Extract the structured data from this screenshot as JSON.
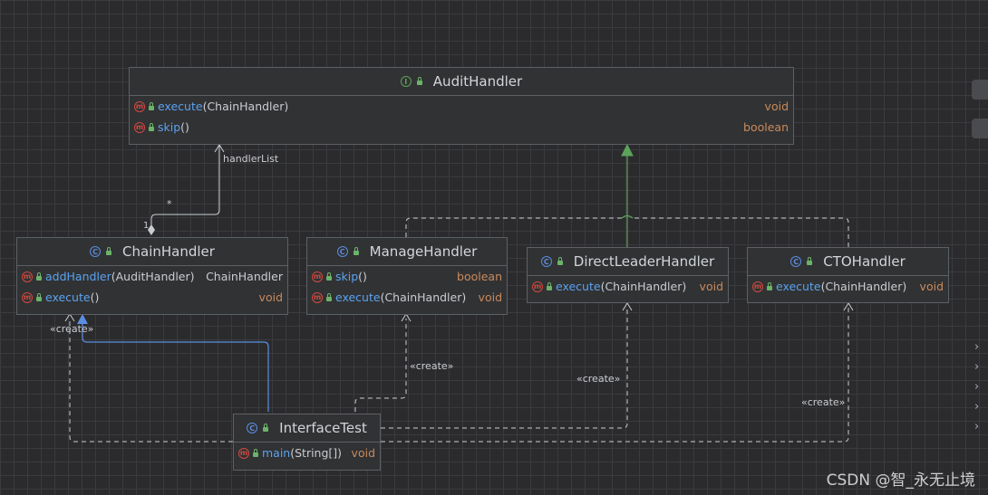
{
  "classes": {
    "audit_handler": {
      "name": "AuditHandler",
      "kind_icon": "I",
      "methods": [
        {
          "name": "execute",
          "args": "(ChainHandler)",
          "ret": "void"
        },
        {
          "name": "skip",
          "args": "()",
          "ret": "boolean"
        }
      ]
    },
    "chain_handler": {
      "name": "ChainHandler",
      "kind_icon": "C",
      "methods": [
        {
          "name": "addHandler",
          "args": "(AuditHandler)",
          "ret": "ChainHandler"
        },
        {
          "name": "execute",
          "args": "()",
          "ret": "void"
        }
      ]
    },
    "manage_handler": {
      "name": "ManageHandler",
      "kind_icon": "C",
      "methods": [
        {
          "name": "skip",
          "args": "()",
          "ret": "boolean"
        },
        {
          "name": "execute",
          "args": "(ChainHandler)",
          "ret": "void"
        }
      ]
    },
    "direct_leader_handler": {
      "name": "DirectLeaderHandler",
      "kind_icon": "C",
      "methods": [
        {
          "name": "execute",
          "args": "(ChainHandler)",
          "ret": "void"
        }
      ]
    },
    "cto_handler": {
      "name": "CTOHandler",
      "kind_icon": "C",
      "methods": [
        {
          "name": "execute",
          "args": "(ChainHandler)",
          "ret": "void"
        }
      ]
    },
    "interface_test": {
      "name": "InterfaceTest",
      "kind_icon": "C",
      "methods": [
        {
          "name": "main",
          "args": "(String[])",
          "ret": "void"
        }
      ]
    }
  },
  "method_icon": "m",
  "labels": {
    "handler_list": "handlerList",
    "multiplicity_many": "*",
    "multiplicity_one": "1",
    "create_1": "«create»",
    "create_2": "«create»",
    "create_3": "«create»",
    "create_4": "«create»"
  },
  "watermark": "CSDN @智_永无止境",
  "colors": {
    "background": "#2b2b2d",
    "realization": "#5da35b",
    "association": "#c9ccd1",
    "inheritance": "#5b8ee0",
    "dependency": "#c9ccd1",
    "method_name": "#5aa2ef",
    "return_type": "#c98a5a"
  }
}
